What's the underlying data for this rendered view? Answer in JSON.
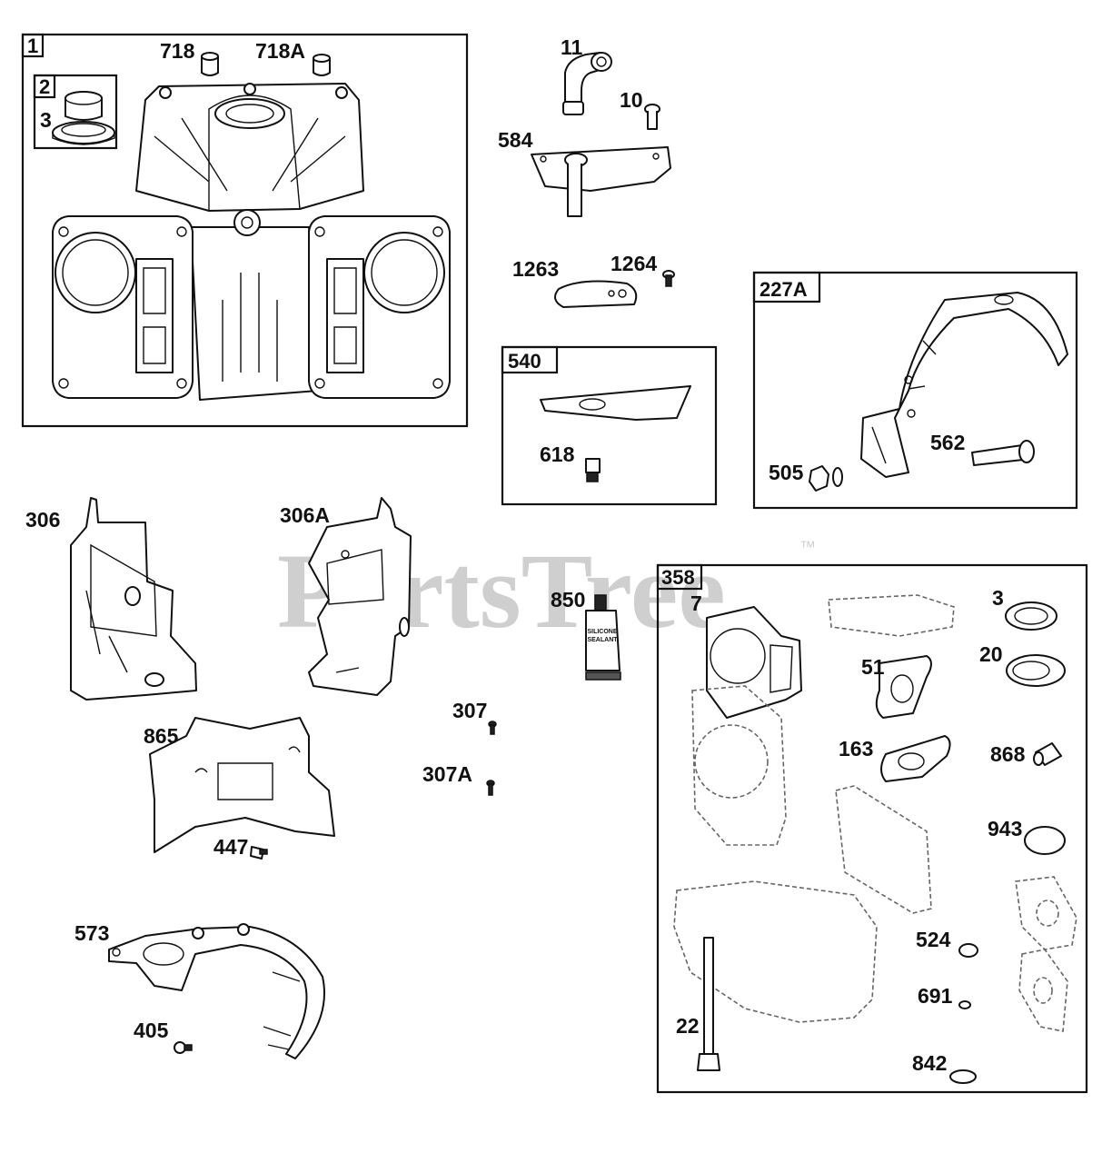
{
  "watermark": {
    "text": "PartsTree",
    "tm": "™"
  },
  "boxes": {
    "b1": "1",
    "b2": "2",
    "b540": "540",
    "b227A": "227A",
    "b358": "358"
  },
  "callouts": {
    "c718": "718",
    "c718A": "718A",
    "c3a": "3",
    "c11": "11",
    "c10": "10",
    "c584": "584",
    "c1263": "1263",
    "c1264": "1264",
    "c618": "618",
    "c562": "562",
    "c505": "505",
    "c306": "306",
    "c306A": "306A",
    "c850": "850",
    "c307": "307",
    "c307A": "307A",
    "c865": "865",
    "c447": "447",
    "c573": "573",
    "c405": "405",
    "c7": "7",
    "c3b": "3",
    "c20": "20",
    "c51": "51",
    "c163": "163",
    "c868": "868",
    "c943": "943",
    "c524": "524",
    "c691": "691",
    "c22": "22",
    "c842": "842"
  },
  "sealant_tube": {
    "line1": "SILICONE",
    "line2": "SEALANT"
  }
}
